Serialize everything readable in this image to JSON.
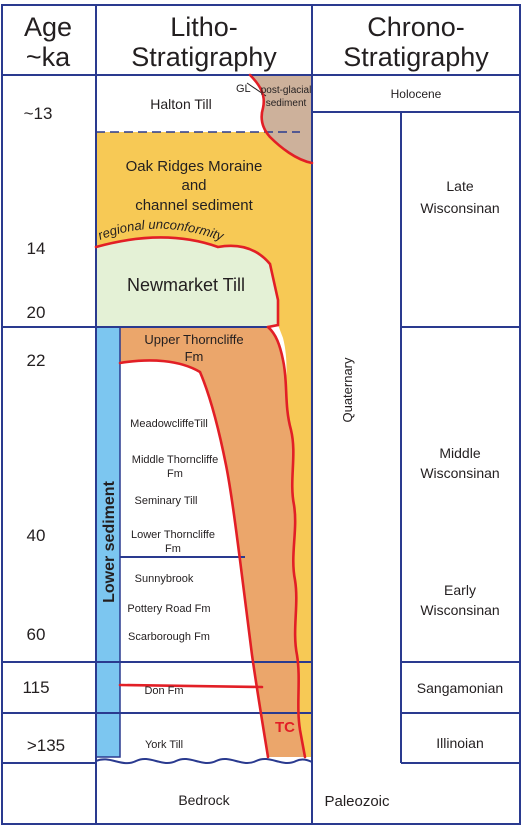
{
  "headers": {
    "age_line1": "Age",
    "age_line2": "~ka",
    "litho_line1": "Litho-",
    "litho_line2": "Stratigraphy",
    "chrono_line1": "Chrono-",
    "chrono_line2": "Stratigraphy"
  },
  "ages": [
    "~13",
    "14",
    "20",
    "22",
    "40",
    "60",
    "115",
    ">135"
  ],
  "litho_units": {
    "halton_till": "Halton Till",
    "gl": "GL",
    "post_glacial_line1": "post-glacial",
    "post_glacial_line2": "sediment",
    "orm_line1": "Oak Ridges Moraine",
    "orm_line2": "and",
    "orm_line3": "channel sediment",
    "regional_unconformity": "regional unconformity",
    "newmarket_till": "Newmarket Till",
    "upper_thorncliffe_line1": "Upper Thorncliffe",
    "upper_thorncliffe_line2": "Fm",
    "meadowcliffe_till": "MeadowcliffeTill",
    "middle_thorncliffe_line1": "Middle Thorncliffe",
    "middle_thorncliffe_line2": "Fm",
    "seminary_till": "Seminary Till",
    "lower_thorncliffe_line1": "Lower Thorncliffe",
    "lower_thorncliffe_line2": "Fm",
    "sunnybrook": "Sunnybrook",
    "pottery_road": "Pottery Road Fm",
    "scarborough": "Scarborough Fm",
    "don_fm": "Don Fm",
    "york_till": "York Till",
    "bedrock": "Bedrock",
    "lower_sediment": "Lower sediment",
    "tc": "TC"
  },
  "chrono_units": {
    "holocene": "Holocene",
    "quaternary": "Quaternary",
    "paleozoic": "Paleozoic",
    "late_wisconsinan_line1": "Late",
    "late_wisconsinan_line2": "Wisconsinan",
    "middle_wisconsinan_line1": "Middle",
    "middle_wisconsinan_line2": "Wisconsinan",
    "early_wisconsinan_line1": "Early",
    "early_wisconsinan_line2": "Wisconsinan",
    "sangamonian": "Sangamonian",
    "illinoian": "Illinoian"
  },
  "colors": {
    "frame_blue": "#2a3a8f",
    "orm_yellow": "#f7c955",
    "thorncliffe_orange": "#eba66b",
    "newmarket_green": "#e4f1d6",
    "post_glacial_tan": "#cdb19b",
    "lower_sediment_blue": "#7cc6f0",
    "erosion_red": "#e21f26",
    "text_dark": "#231f20"
  }
}
